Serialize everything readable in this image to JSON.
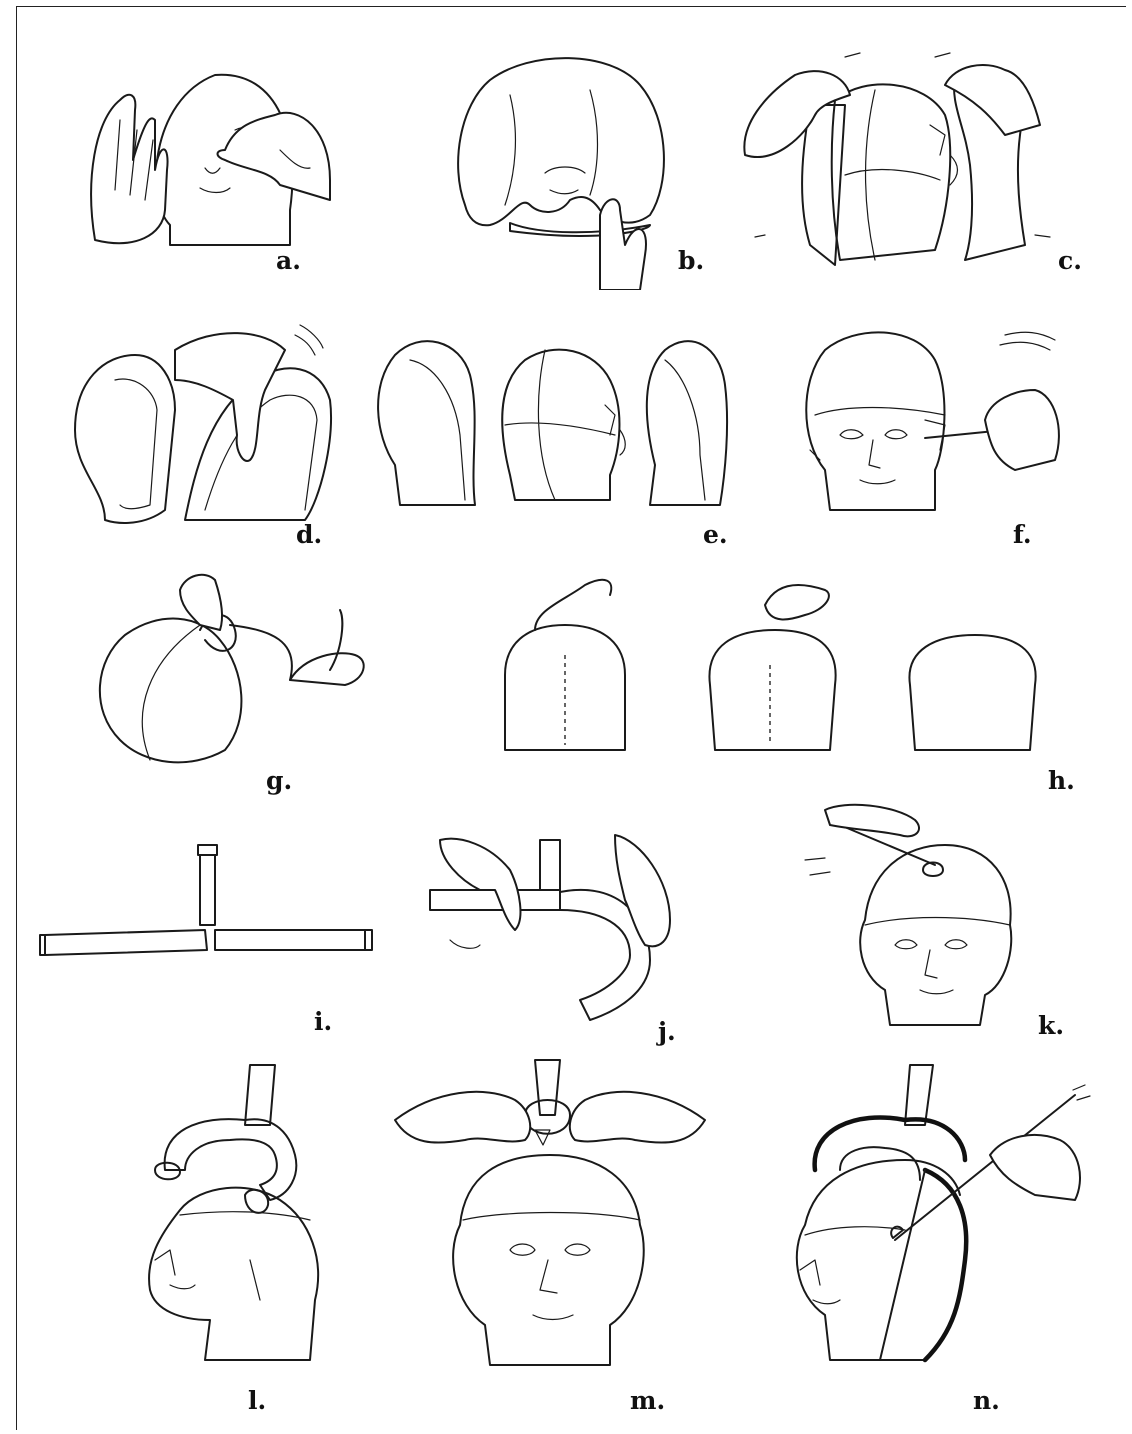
{
  "figure": {
    "panels": [
      {
        "id": "a",
        "label": "a."
      },
      {
        "id": "b",
        "label": "b."
      },
      {
        "id": "c",
        "label": "c."
      },
      {
        "id": "d",
        "label": "d."
      },
      {
        "id": "e",
        "label": "e."
      },
      {
        "id": "f",
        "label": "f."
      },
      {
        "id": "g",
        "label": "g."
      },
      {
        "id": "h",
        "label": "h."
      },
      {
        "id": "i",
        "label": "i."
      },
      {
        "id": "j",
        "label": "j."
      },
      {
        "id": "k",
        "label": "k."
      },
      {
        "id": "l",
        "label": "l."
      },
      {
        "id": "m",
        "label": "m."
      },
      {
        "id": "n",
        "label": "n."
      }
    ]
  }
}
